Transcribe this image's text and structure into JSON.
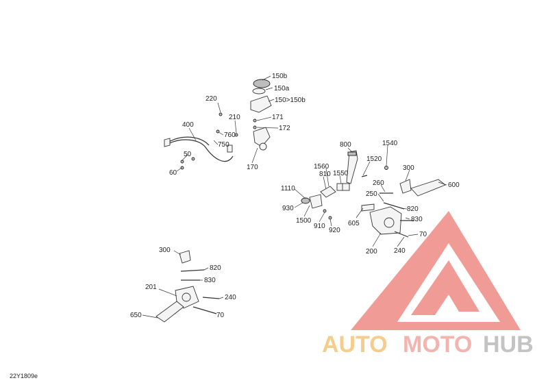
{
  "diagram": {
    "reference_code": "22Y1809e",
    "callouts": {
      "c150b": "150b",
      "c150a": "150a",
      "c150": "150>150b",
      "c220": "220",
      "c171": "171",
      "c210": "210",
      "c172": "172",
      "c400": "400",
      "c760": "760",
      "c750": "750",
      "c170": "170",
      "c50": "50",
      "c60": "60",
      "c800": "800",
      "c1540": "1540",
      "c1520": "1520",
      "c1560": "1560",
      "c300a": "300",
      "c810": "810",
      "c1550": "1550",
      "c260": "260",
      "c600": "600",
      "c1110": "1110",
      "c250": "250",
      "c820a": "820",
      "c930": "930",
      "c605": "605",
      "c830a": "830",
      "c1500": "1500",
      "c910": "910",
      "c920": "920",
      "c70a": "70",
      "c200": "200",
      "c240a": "240",
      "c300b": "300",
      "c820b": "820",
      "c830b": "830",
      "c201": "201",
      "c240b": "240",
      "c650": "650",
      "c70b": "70"
    }
  },
  "watermark": {
    "auto": "AUTO",
    "moto": "MOTO",
    "hub": "HUB",
    "colors": {
      "auto": "#f5c47a",
      "moto": "#f2a6a0",
      "hub": "#b9b9b9",
      "triangle": "#ee8a84"
    }
  }
}
